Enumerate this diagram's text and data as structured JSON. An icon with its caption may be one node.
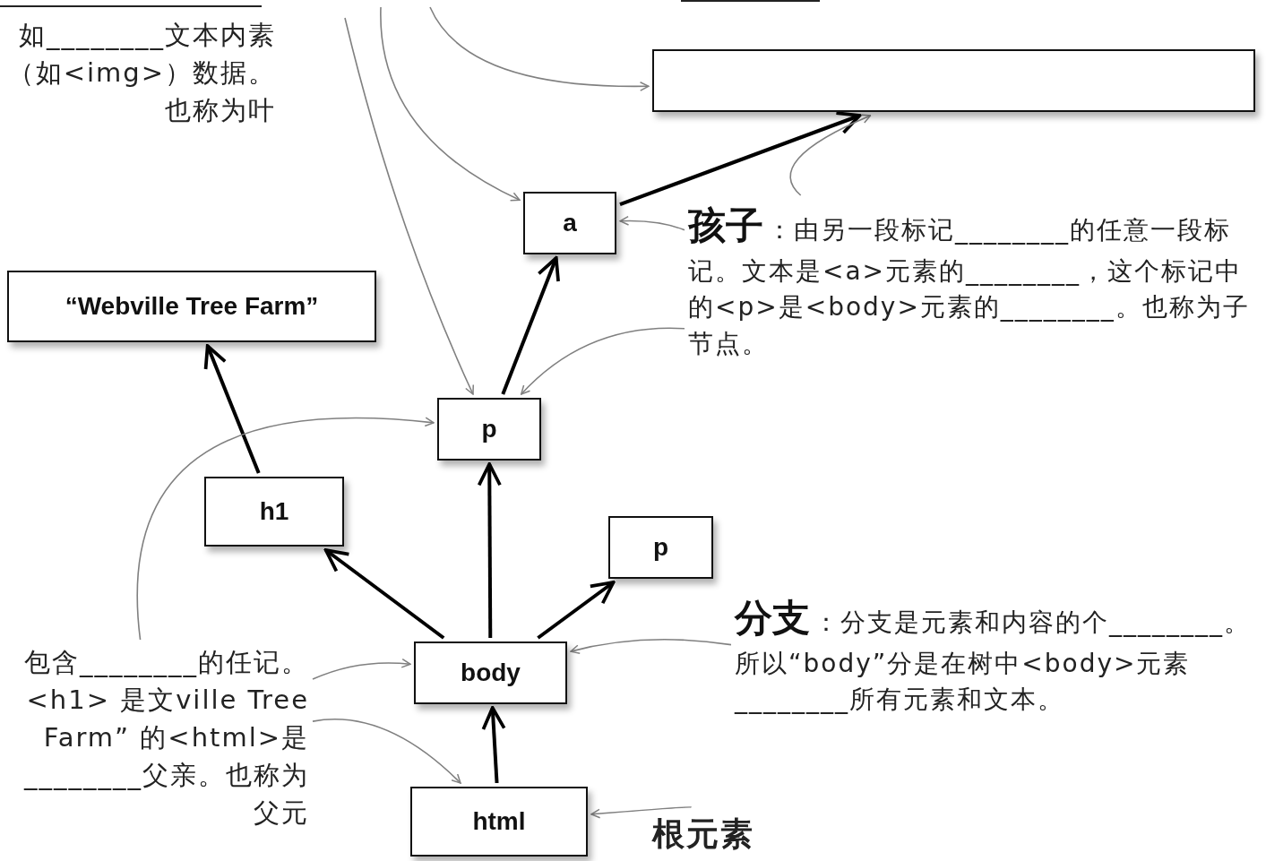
{
  "diagram": {
    "nodes": [
      {
        "text": [],
        "shape": "box"
      },
      {
        "text": [
          "a"
        ]
      },
      {
        "text": [
          "“Webville Tree Farm”"
        ]
      },
      {
        "text": [
          "p"
        ]
      },
      {
        "text": [
          "h1"
        ]
      },
      {
        "text": [
          "p"
        ]
      },
      {
        "text": [
          "body"
        ]
      },
      {
        "text": [
          "html"
        ]
      },
      {
        "text": [
          "如________文本内素（如<img>）数据。也称为叶"
        ]
      },
      {
        "text": [
          "孩子",
          "：由另一段标记________的任意一段标记。文本是<a>元素的________，这个标记中的<p>是<body>元素的________。也称为子节点。"
        ]
      },
      {
        "text": [
          "分支",
          "：分支是元素和内容的个________。所以“body”分是在树中<body>元素________所有元素和文本。"
        ]
      },
      {
        "text": [
          "包含________的任记。<h1> 是文ville Tree Farm” 的<html>是________父亲。也称为父元"
        ]
      },
      {
        "text": [
          "根元素"
        ]
      }
    ],
    "edges": [
      {
        "from": 7,
        "to": 6,
        "arrow": "to",
        "style": "thick",
        "color": "#000000"
      },
      {
        "from": 6,
        "to": 4,
        "arrow": "to",
        "style": "thick",
        "color": "#000000"
      },
      {
        "from": 6,
        "to": 3,
        "arrow": "to",
        "style": "thick",
        "color": "#000000"
      },
      {
        "from": 6,
        "to": 5,
        "arrow": "to",
        "style": "thick",
        "color": "#000000"
      },
      {
        "from": 4,
        "to": 2,
        "arrow": "to",
        "style": "thick",
        "color": "#000000"
      },
      {
        "from": 3,
        "to": 1,
        "arrow": "to",
        "style": "thick",
        "color": "#000000"
      },
      {
        "from": 1,
        "to": 0,
        "arrow": "to",
        "style": "thick",
        "color": "#000000"
      },
      {
        "from": null,
        "to": 0,
        "arrow": "to"
      },
      {
        "from": null,
        "to": 1,
        "arrow": "to"
      },
      {
        "from": null,
        "to": 3,
        "arrow": "to"
      },
      {
        "from": 9,
        "to": 0,
        "arrow": "to"
      },
      {
        "from": 9,
        "to": 1,
        "arrow": "to"
      },
      {
        "from": 9,
        "to": 3,
        "arrow": "to"
      },
      {
        "from": 11,
        "to": 6,
        "arrow": "to"
      },
      {
        "from": 11,
        "to": 7,
        "arrow": "to"
      },
      {
        "from": 11,
        "to": 3,
        "arrow": "to"
      },
      {
        "from": 10,
        "to": 6,
        "arrow": "to"
      },
      {
        "from": 12,
        "to": 7,
        "arrow": "to"
      }
    ]
  }
}
